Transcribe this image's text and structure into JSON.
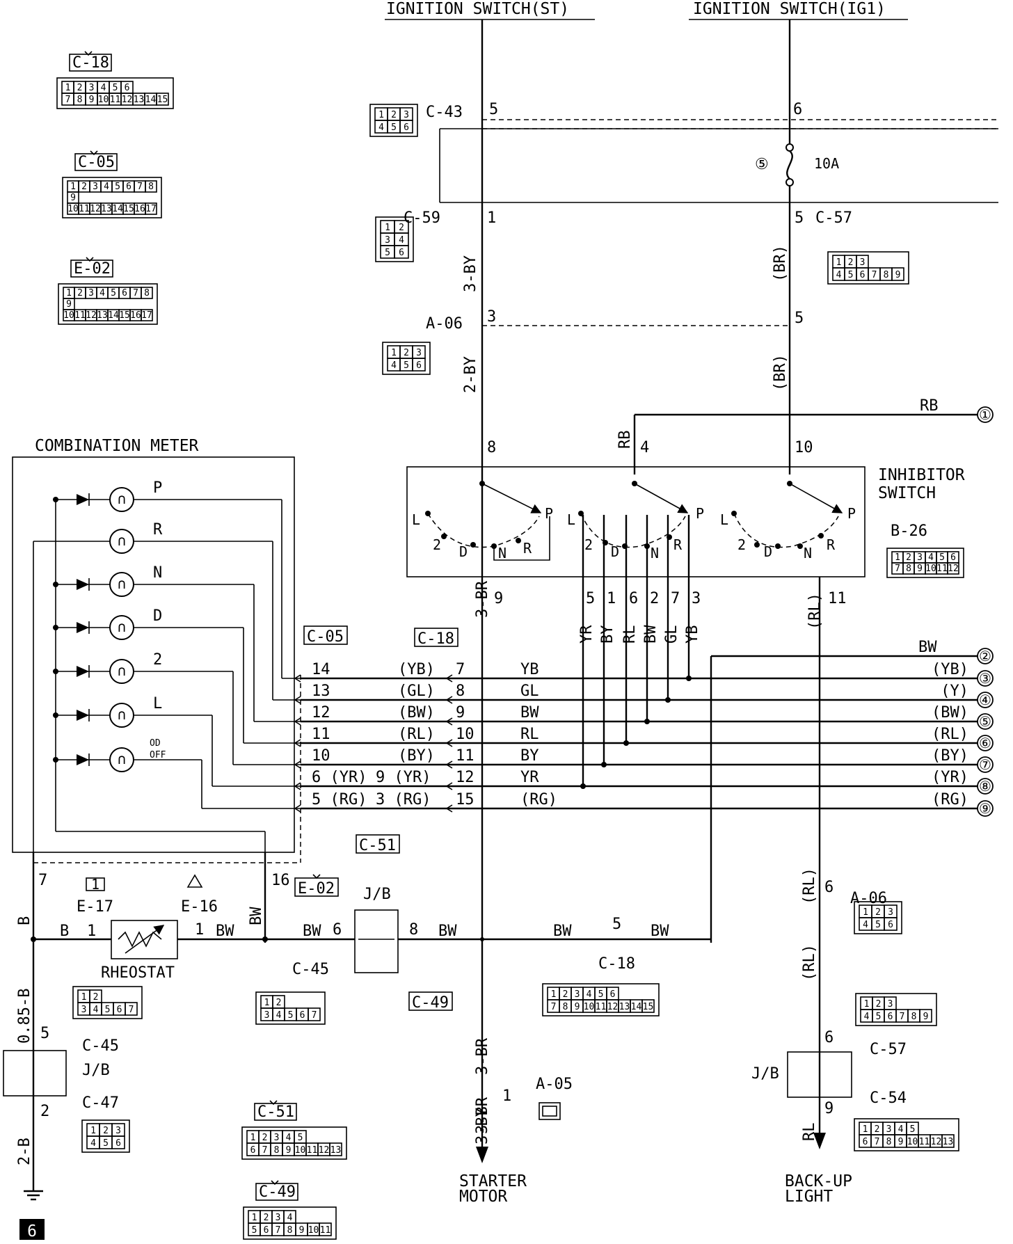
{
  "sources": {
    "st": "IGNITION SWITCH(ST)",
    "ig1": "IGNITION SWITCH(IG1)"
  },
  "combination_meter": {
    "title": "COMBINATION METER",
    "indicators": [
      "P",
      "R",
      "N",
      "D",
      "2",
      "L",
      "OD",
      "OFF"
    ]
  },
  "inhibitor_switch": {
    "title_line1": "INHIBITOR",
    "title_line2": "SWITCH",
    "connector": "B-26"
  },
  "fuse": {
    "number": "⑤",
    "rating": "10A"
  },
  "rheostat": {
    "label": "RHEOSTAT"
  },
  "junction_block": {
    "label": "J/B"
  },
  "outputs": {
    "starter_line1": "STARTER",
    "starter_line2": "MOTOR",
    "backup_line1": "BACK-UP",
    "backup_line2": "LIGHT"
  },
  "ground_ref": "6",
  "connector_ids": [
    "C-18",
    "C-05",
    "E-02",
    "C-43",
    "C-59",
    "C-57",
    "A-06",
    "C-51",
    "E-17",
    "E-16",
    "C-45",
    "C-49",
    "C-47",
    "A-05",
    "C-54"
  ],
  "wires": {
    "st_top": "3-BY",
    "st_mid": "2-BY",
    "st_lower": "3-BR",
    "st_bottom": "3-BR",
    "st_out": "3-BY",
    "ig_top": "(BR)",
    "ig_mid": "(BR)",
    "rl_a": "(RL)",
    "rl_b": "(RL)",
    "rl_c": "(RL)",
    "rl_out": "RL",
    "rb": "RB",
    "b": "B",
    "b85": "0.85-B",
    "b2": "2-B",
    "bw": "BW"
  },
  "pins": {
    "c43_st": "5",
    "c43_ig": "6",
    "c59": "1",
    "c57": "5",
    "a06_st": "3",
    "a06_ig": "5",
    "sw_st": "8",
    "sw_rb": "4",
    "sw_ig": "10",
    "sw_n": "9",
    "sw_out": "11",
    "p7": "7",
    "p16": "16",
    "rheo_in": "1",
    "rheo_out": "1",
    "jb_in": "6",
    "jb_out": "8",
    "c18_bw": "5",
    "c45_top": "5",
    "c47_bot": "2",
    "rl_6a": "6",
    "rl_6b": "6",
    "rl_9": "9",
    "a05": "1"
  },
  "switch_pos_labels": [
    "L",
    "2",
    "D",
    "N",
    "R",
    "P"
  ],
  "bus_pins": [
    {
      "pin": "5",
      "wire": "YR"
    },
    {
      "pin": "1",
      "wire": "BY"
    },
    {
      "pin": "6",
      "wire": "RL"
    },
    {
      "pin": "2",
      "wire": "BW"
    },
    {
      "pin": "7",
      "wire": "GL"
    },
    {
      "pin": "3",
      "wire": "YB"
    }
  ],
  "harness_rows": [
    {
      "meter_pin": "14",
      "meter_wire": "(YB)",
      "c18_pin": "7",
      "wire": "YB",
      "right_wire": "(YB)",
      "ref": "③"
    },
    {
      "meter_pin": "13",
      "meter_wire": "(GL)",
      "c18_pin": "8",
      "wire": "GL",
      "right_wire": "(Y)",
      "ref": "④"
    },
    {
      "meter_pin": "12",
      "meter_wire": "(BW)",
      "c18_pin": "9",
      "wire": "BW",
      "right_wire": "(BW)",
      "ref": "⑤"
    },
    {
      "meter_pin": "11",
      "meter_wire": "(RL)",
      "c18_pin": "10",
      "wire": "RL",
      "right_wire": "(RL)",
      "ref": "⑥"
    },
    {
      "meter_pin": "10",
      "meter_wire": "(BY)",
      "c18_pin": "11",
      "wire": "BY",
      "right_wire": "(BY)",
      "ref": "⑦"
    },
    {
      "meter_pin": "6 (YR)",
      "meter_wire": "9 (YR)",
      "c18_pin": "12",
      "wire": "YR",
      "right_wire": "(YR)",
      "ref": "⑧"
    },
    {
      "meter_pin": "5 (RG)",
      "meter_wire": "3 (RG)",
      "c18_pin": "15",
      "wire": "(RG)",
      "right_wire": "(RG)",
      "ref": "⑨"
    }
  ],
  "extra_refs": {
    "rb_ref": "①",
    "bw_ref": "②",
    "bw_label": "BW"
  },
  "connector_faces": {
    "c18": {
      "top": [
        "1",
        "2",
        "3",
        "4",
        "5",
        "6"
      ],
      "bottom": [
        "7",
        "8",
        "9",
        "10",
        "11",
        "12",
        "13",
        "14",
        "15"
      ]
    },
    "c05": {
      "top": [
        "1",
        "2",
        "3",
        "4",
        "5",
        "6",
        "7",
        "8"
      ],
      "mid": "9",
      "bottom": [
        "10",
        "11",
        "12",
        "13",
        "14",
        "15",
        "16",
        "17"
      ]
    },
    "e02": {
      "top": [
        "1",
        "2",
        "3",
        "4",
        "5",
        "6",
        "7",
        "8"
      ],
      "mid": "9",
      "bottom": [
        "10",
        "11",
        "12",
        "13",
        "14",
        "15",
        "16",
        "17"
      ]
    },
    "c43": {
      "top": [
        "1",
        "2",
        "3"
      ],
      "bottom": [
        "4",
        "5",
        "6"
      ]
    },
    "c59": {
      "rows": [
        [
          "1",
          "2"
        ],
        [
          "3",
          "4"
        ],
        [
          "5",
          "6"
        ]
      ]
    },
    "c57": {
      "top": [
        "1",
        "2",
        "3"
      ],
      "bottom": [
        "4",
        "5",
        "6",
        "7",
        "8",
        "9"
      ]
    },
    "a06": {
      "top": [
        "1",
        "2",
        "3"
      ],
      "bottom": [
        "4",
        "5",
        "6"
      ]
    },
    "b26": {
      "top": [
        "1",
        "2",
        "3",
        "4",
        "5",
        "6"
      ],
      "bottom": [
        "7",
        "8",
        "9",
        "10",
        "11",
        "12"
      ]
    },
    "e17": "1",
    "c45": {
      "top": [
        "1",
        "2"
      ],
      "bottom": [
        "3",
        "4",
        "5",
        "6",
        "7"
      ]
    },
    "c49": {
      "top": [
        "1",
        "2",
        "3",
        "4"
      ],
      "bottom": [
        "5",
        "6",
        "7",
        "8",
        "9",
        "10",
        "11"
      ]
    },
    "c47": {
      "top": [
        "1",
        "2",
        "3"
      ],
      "bottom": [
        "4",
        "5",
        "6"
      ]
    },
    "c51": {
      "top": [
        "1",
        "2",
        "3",
        "4",
        "5"
      ],
      "bottom": [
        "6",
        "7",
        "8",
        "9",
        "10",
        "11",
        "12",
        "13"
      ]
    },
    "c54": {
      "top": [
        "1",
        "2",
        "3",
        "4",
        "5"
      ],
      "bottom": [
        "6",
        "7",
        "8",
        "9",
        "10",
        "11",
        "12",
        "13"
      ]
    }
  }
}
